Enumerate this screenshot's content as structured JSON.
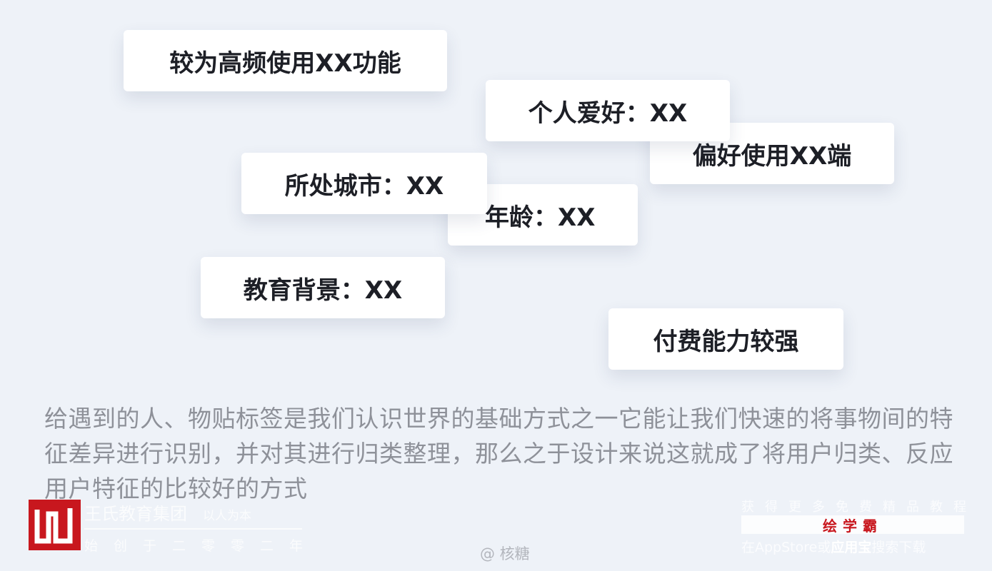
{
  "tags": [
    "较为高频使用XX功能",
    "偏好使用XX端",
    "个人爱好：XX",
    "年龄：XX",
    "所处城市：XX",
    "教育背景：XX",
    "付费能力较强"
  ],
  "paragraph": "给遇到的人、物贴标签是我们认识世界的基础方式之一它能让我们快速的将事物间的特征差异进行识别，并对其进行归类整理，那么之于设计来说这就成了将用户归类、反应用户特征的比较好的方式",
  "brand": {
    "name": "王氏教育集团",
    "slogan": "以人为本",
    "sub": "始创于二零零二年"
  },
  "watermark": "@ 核糖",
  "promo": {
    "top": "获得更多免费精品教程",
    "badge": "绘学霸",
    "bottom_pre": "在AppStore或",
    "bottom_bold": "应用宝",
    "bottom_post": "搜索下载"
  },
  "colors": {
    "background": "#eef2f8",
    "card": "#ffffff",
    "text": "#1d1f26",
    "paragraph": "#8e9199",
    "brand_red": "#c8171e"
  }
}
